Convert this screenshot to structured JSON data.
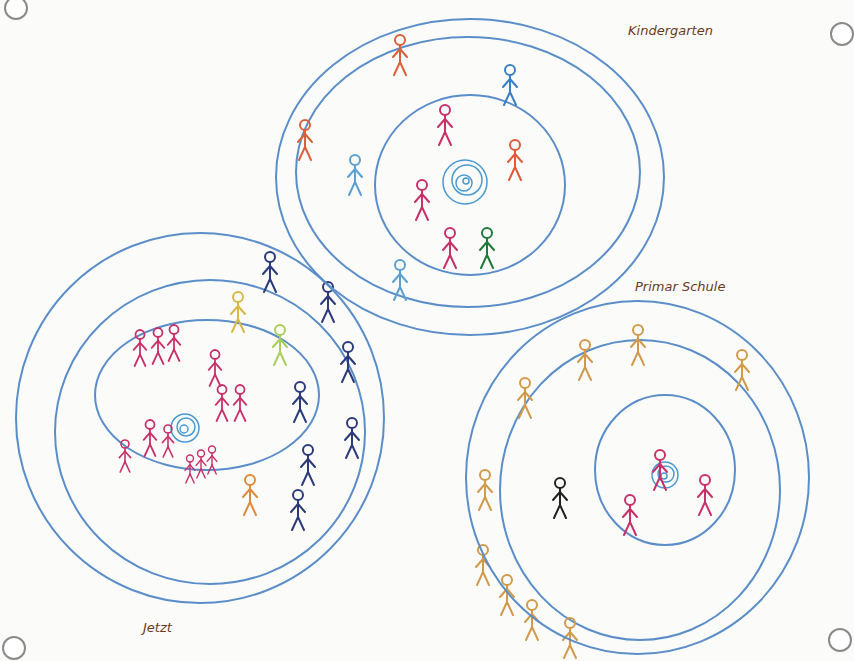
{
  "diagram": {
    "nodes": [
      {
        "text": [
          "Kindergarten"
        ]
      },
      {
        "text": [
          "Primar Schule"
        ]
      },
      {
        "text": [
          "Jetzt"
        ]
      }
    ]
  }
}
